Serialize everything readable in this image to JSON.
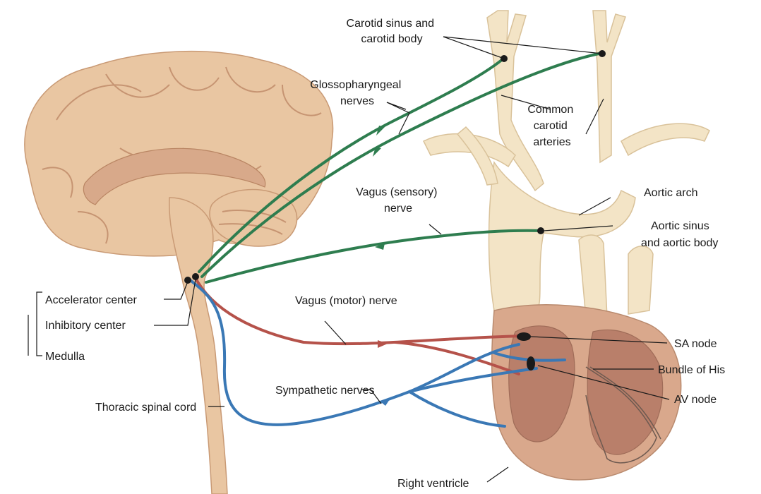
{
  "labels": {
    "carotid_sinus": [
      "Carotid sinus and",
      "carotid body"
    ],
    "glossopharyngeal": [
      "Glossopharyngeal",
      "nerves"
    ],
    "common_carotid": [
      "Common",
      "carotid",
      "arteries"
    ],
    "aortic_arch": "Aortic arch",
    "vagus_sensory": [
      "Vagus (sensory)",
      "nerve"
    ],
    "aortic_sinus": [
      "Aortic sinus",
      "and aortic body"
    ],
    "accelerator_center": "Accelerator center",
    "inhibitory_center": "Inhibitory center",
    "medulla": "Medulla",
    "vagus_motor": "Vagus (motor) nerve",
    "sa_node": "SA node",
    "bundle_of_his": "Bundle of His",
    "av_node": "AV node",
    "sympathetic_nerves": "Sympathetic nerves",
    "thoracic_spinal_cord": "Thoracic spinal cord",
    "right_ventricle": "Right ventricle"
  },
  "colors": {
    "sensory_nerve": "#2e7d4f",
    "motor_nerve": "#b5524a",
    "sympathetic_nerve": "#3a78b5",
    "brain": "#e9c6a2",
    "vessel": "#f3e4c6",
    "heart": "#d9a88c"
  }
}
